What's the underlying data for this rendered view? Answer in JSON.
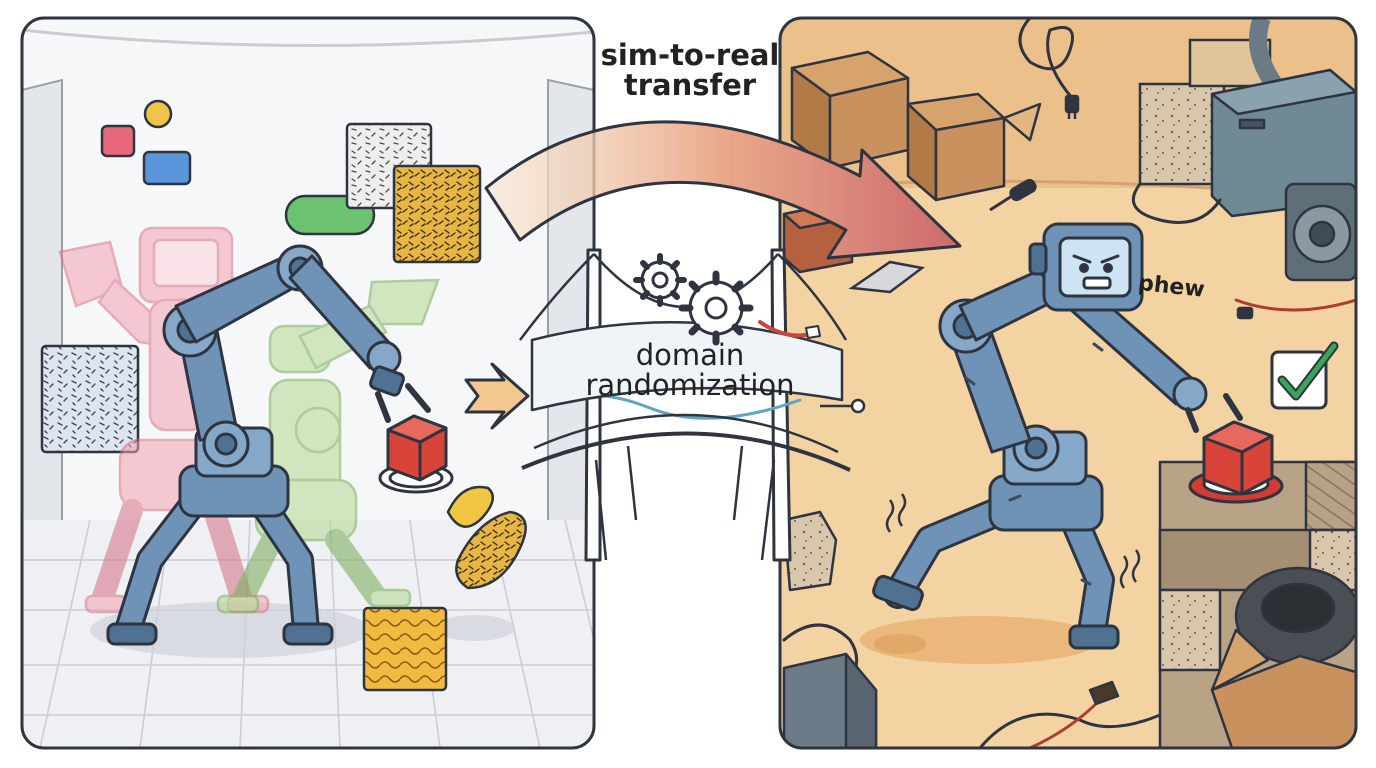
{
  "labels": {
    "transfer_line1": "sim-to-real",
    "transfer_line2": "transfer",
    "domain_line1": "domain",
    "domain_line2": "randomization",
    "robot_exclaim": "phew"
  },
  "colors": {
    "outline": "#2e3440",
    "robot_blue": "#6f93b6",
    "robot_blue_dark": "#4f7293",
    "ghost_pink": "#ef9aa8",
    "ghost_green": "#a9d28c",
    "cube_red": "#d8443a",
    "target_red": "#d43b33",
    "sim_floor": "#f2f3f6",
    "real_bg": "#f3d3a2",
    "arrow_start": "#f6dfc0",
    "arrow_end": "#cf6d6f",
    "check_green": "#3aa655",
    "cardboard": "#c9915e"
  },
  "icons": [
    "gear-icon",
    "checkmark-icon",
    "power-plug-icon",
    "screwdriver-icon",
    "tire-icon"
  ]
}
